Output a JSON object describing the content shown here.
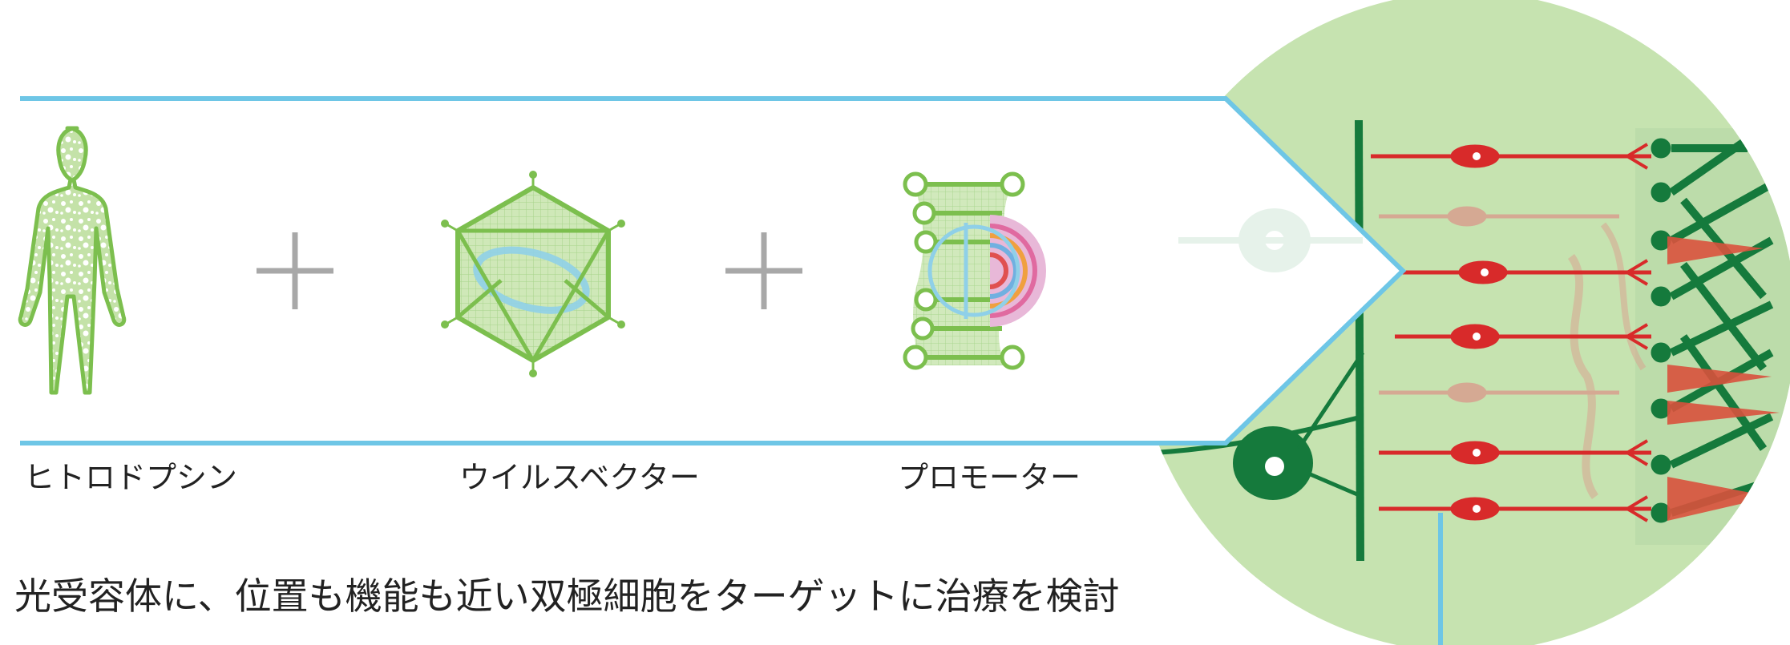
{
  "items": [
    {
      "label": "ヒトロドプシン",
      "icon": "human-body-icon"
    },
    {
      "label": "ウイルスベクター",
      "icon": "virus-vector-icon"
    },
    {
      "label": "プロモーター",
      "icon": "promoter-dna-icon"
    }
  ],
  "operators": [
    "+",
    "+"
  ],
  "caption": "光受容体に、位置も機能も近い双極細胞をターゲットに治療を検討",
  "colors": {
    "frame_blue": "#6ec6e6",
    "light_green": "#c6e3b0",
    "icon_green": "#7cbf4e",
    "dark_green": "#157a3c",
    "red": "#d82a2a",
    "pink": "#d89a8a",
    "plus_gray": "#a8a8a8"
  }
}
